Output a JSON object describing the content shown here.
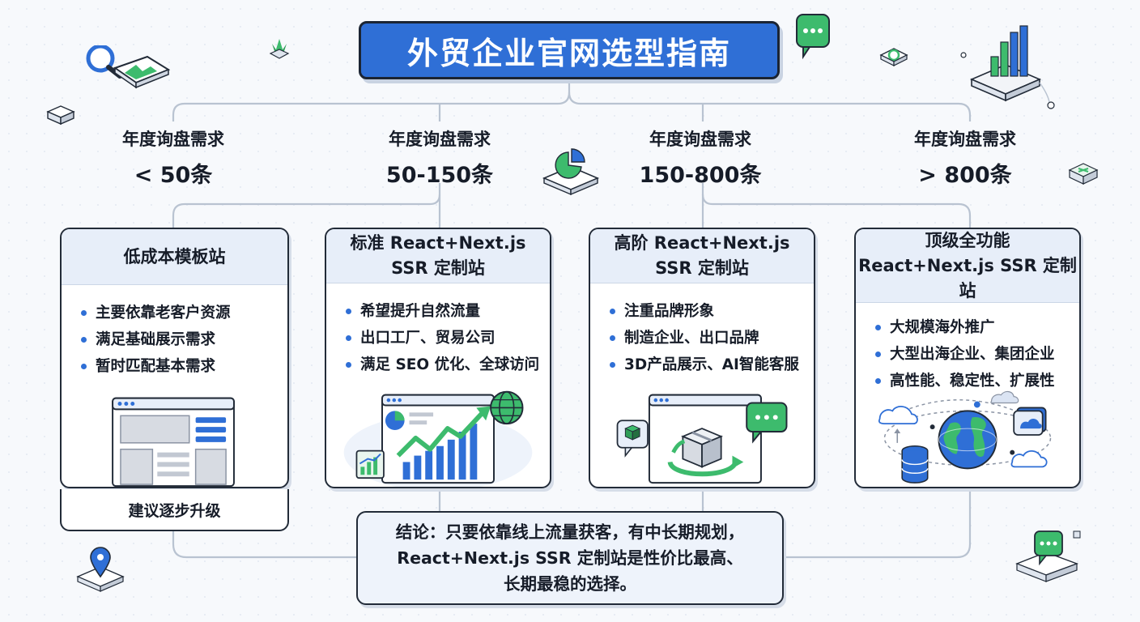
{
  "title": "外贸企业官网选型指南",
  "tiers": [
    {
      "line1": "年度询盘需求",
      "line2": "< 50条"
    },
    {
      "line1": "年度询盘需求",
      "line2": "50-150条"
    },
    {
      "line1": "年度询盘需求",
      "line2": "150-800条"
    },
    {
      "line1": "年度询盘需求",
      "line2": "> 800条"
    }
  ],
  "cards": [
    {
      "title1": "低成本模板站",
      "title2": "",
      "bullets": [
        "主要依靠老客户资源",
        "满足基础展示需求",
        "暂时匹配基本需求"
      ],
      "footer": "建议逐步升级",
      "illustration": "template-website-icon"
    },
    {
      "title1": "标准 React+Next.js",
      "title2": "SSR 定制站",
      "bullets": [
        "希望提升自然流量",
        "出口工厂、贸易公司",
        "满足 SEO 优化、全球访问"
      ],
      "illustration": "traffic-growth-chart-icon"
    },
    {
      "title1": "高阶 React+Next.js",
      "title2": "SSR 定制站",
      "bullets": [
        "注重品牌形象",
        "制造企业、出口品牌",
        "3D产品展示、AI智能客服"
      ],
      "illustration": "3d-product-chat-icon"
    },
    {
      "title1": "顶级全功能",
      "title2": "React+Next.js SSR 定制站",
      "bullets": [
        "大规模海外推广",
        "大型出海企业、集团企业",
        "高性能、稳定性、扩展性"
      ],
      "illustration": "global-cloud-network-icon"
    }
  ],
  "conclusion": {
    "line1": "结论：只要依靠线上流量获客，有中长期规划，",
    "line2": "React+Next.js SSR 定制站是性价比最高、",
    "line3": "长期最稳的选择。"
  },
  "colors": {
    "primary": "#2f6fd6",
    "accent_green": "#3dbb6d",
    "card_header": "#e7eef9",
    "outline": "#222b38"
  }
}
